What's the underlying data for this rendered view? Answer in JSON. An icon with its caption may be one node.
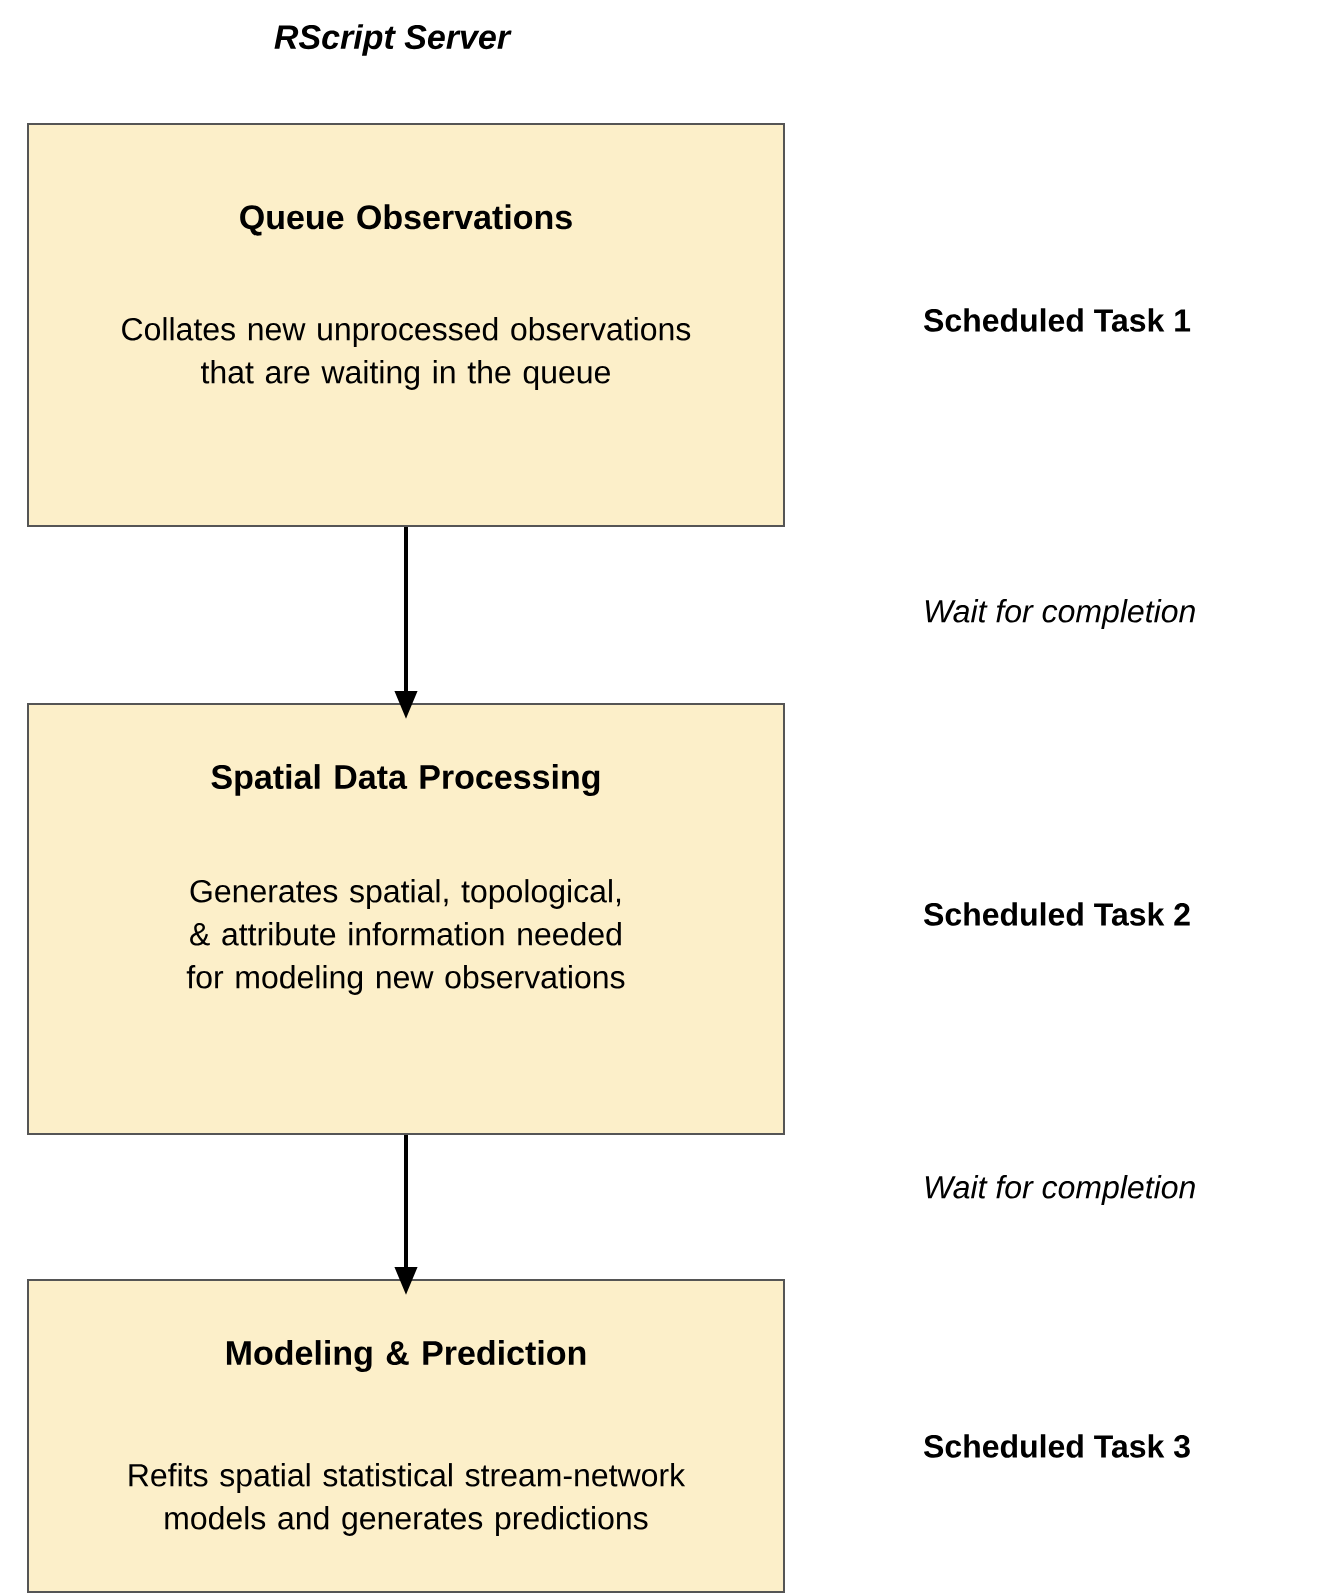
{
  "diagram": {
    "title": "RScript Server",
    "nodes": [
      {
        "text": [
          "Queue Observations",
          "Collates new unprocessed observations that are waiting in the queue"
        ]
      },
      {
        "text": [
          "Spatial Data Processing",
          "Generates spatial, topological, & attribute information needed for modeling new observations"
        ]
      },
      {
        "text": [
          "Modeling & Prediction",
          "Refits spatial statistical stream-network models and generates predictions"
        ]
      }
    ],
    "edges": [
      {
        "from": 0,
        "to": 1,
        "arrow": "to"
      },
      {
        "from": 1,
        "to": 2,
        "arrow": "to"
      }
    ],
    "labels": [
      "Scheduled Task 1",
      "Wait for completion",
      "Scheduled Task 2",
      "Wait for completion",
      "Scheduled Task 3"
    ]
  }
}
